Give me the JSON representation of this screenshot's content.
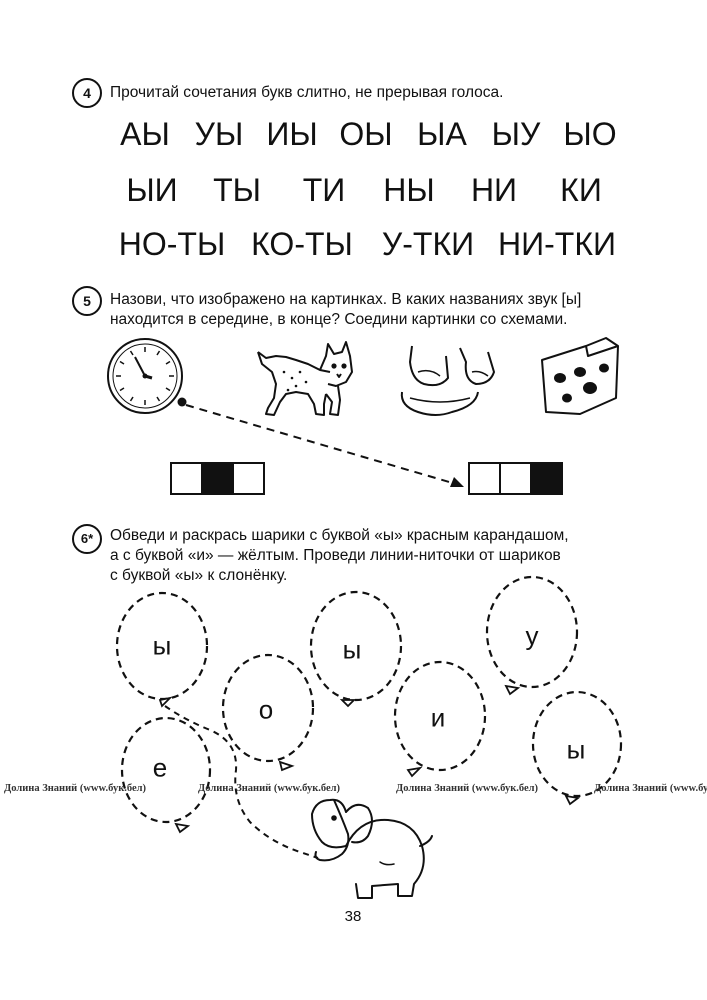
{
  "task4": {
    "number": "4",
    "instruction": "Прочитай сочетания букв слитно, не прерывая голоса.",
    "row1": [
      "АЫ",
      "УЫ",
      "ИЫ",
      "ОЫ",
      "ЫА",
      "ЫУ",
      "ЫО"
    ],
    "row2": [
      "ЫИ",
      "ТЫ",
      "ТИ",
      "НЫ",
      "НИ",
      "КИ"
    ],
    "row3": [
      "НО-ТЫ",
      "КО-ТЫ",
      "У-ТКИ",
      "НИ-ТКИ"
    ]
  },
  "task5": {
    "number": "5",
    "instruction_line1": "Назови, что изображено на картинках. В каких названиях звук [ы]",
    "instruction_line2": "находится в середине, в конце? Соедини картинки со схемами.",
    "pictures": [
      "clock-icon",
      "lynx-icon",
      "hands-dough-icon",
      "cheese-icon"
    ],
    "schemes": [
      {
        "cells": [
          "empty",
          "filled",
          "empty"
        ]
      },
      {
        "cells": [
          "empty",
          "empty",
          "filled"
        ]
      }
    ]
  },
  "task6": {
    "number": "6*",
    "instruction_line1": "Обведи и раскрась шарики с буквой «ы» красным карандашом,",
    "instruction_line2": "а с буквой «и» — жёлтым. Проведи линии-ниточки от шариков",
    "instruction_line3": "с буквой «ы» к слонёнку.",
    "balloons": [
      "ы",
      "е",
      "о",
      "ы",
      "и",
      "у",
      "ы"
    ],
    "picture": "elephant-icon"
  },
  "watermark": "Долина Знаний (www.бук.бел)",
  "page_number": "38"
}
